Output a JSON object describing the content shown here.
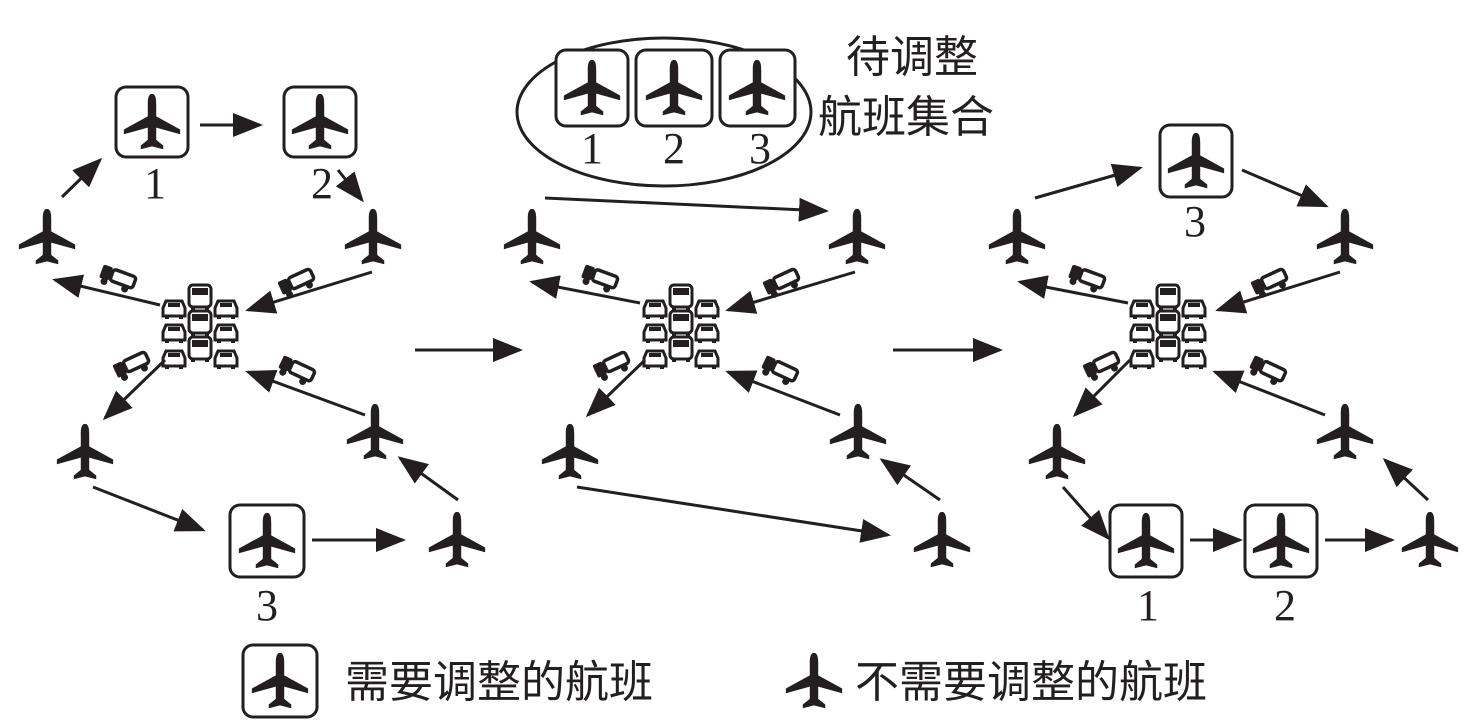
{
  "colors": {
    "ink": "#231f20",
    "background": "#ffffff"
  },
  "icons": {
    "flight": "airplane-icon",
    "vehicle_pool": "car-icon",
    "service_vehicle": "truck-icon"
  },
  "panel1": {
    "labels": [
      "1",
      "2",
      "3"
    ]
  },
  "panel2": {
    "set_title_line1": "待调整",
    "set_title_line2": "航班集合",
    "labels": [
      "1",
      "2",
      "3"
    ]
  },
  "panel3": {
    "labels": [
      "3",
      "1",
      "2"
    ]
  },
  "legend": {
    "adjust": "需要调整的航班",
    "no_adjust": "不需要调整的航班"
  }
}
